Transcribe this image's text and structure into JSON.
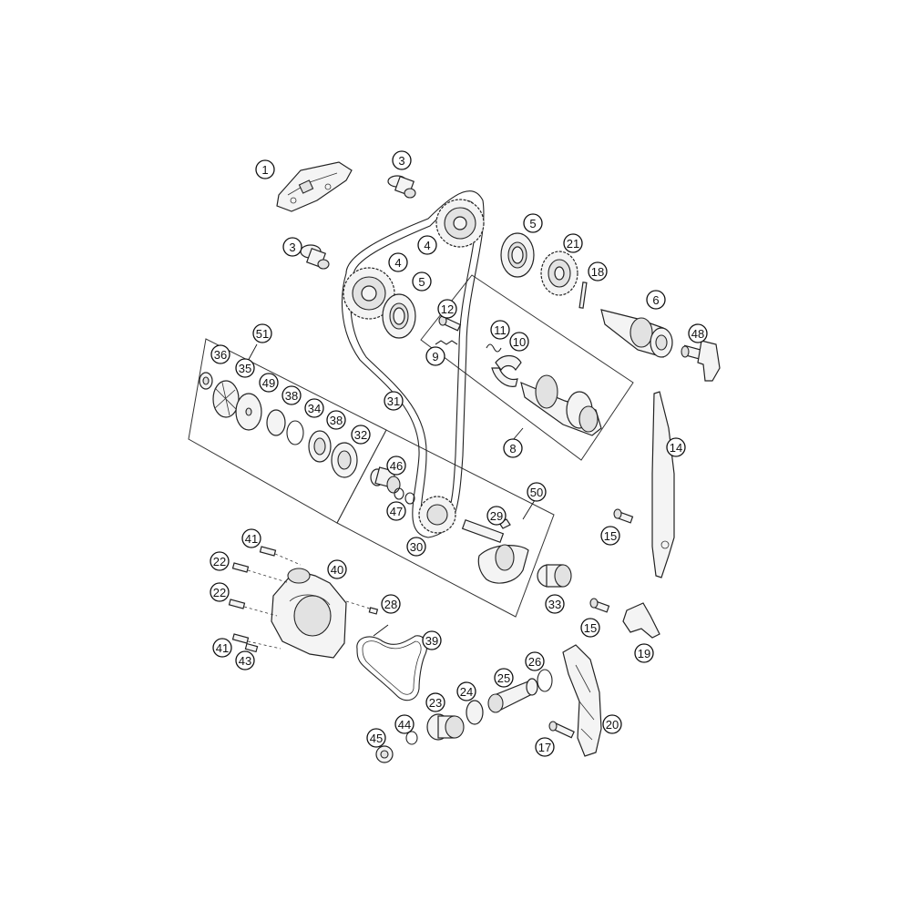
{
  "callouts": [
    "1",
    "3",
    "3",
    "4",
    "4",
    "5",
    "5",
    "21",
    "18",
    "6",
    "48",
    "12",
    "11",
    "10",
    "9",
    "8",
    "51",
    "36",
    "35",
    "49",
    "38",
    "34",
    "38",
    "32",
    "31",
    "14",
    "46",
    "47",
    "50",
    "29",
    "30",
    "15",
    "41",
    "40",
    "22",
    "28",
    "22",
    "33",
    "15",
    "19",
    "41",
    "43",
    "39",
    "26",
    "25",
    "24",
    "23",
    "20",
    "45",
    "44",
    "17"
  ]
}
